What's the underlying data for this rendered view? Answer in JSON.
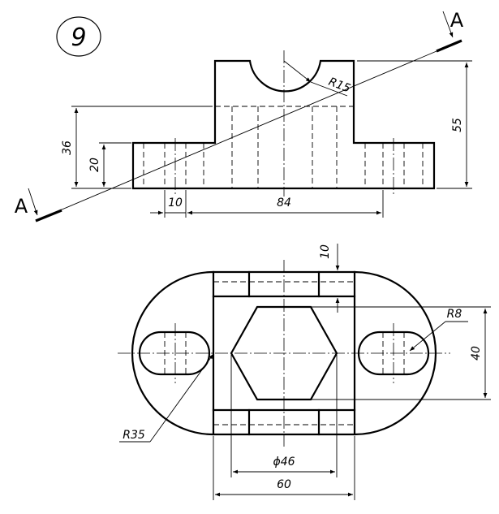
{
  "drawing": {
    "task_number": "9",
    "section_letter_top": "A",
    "section_letter_bottom": "A",
    "dims": {
      "r15": "R15",
      "h55": "55",
      "h36": "36",
      "h20": "20",
      "w10": "10",
      "w84": "84",
      "t10": "10",
      "r8": "R8",
      "w40": "40",
      "r35": "R35",
      "d46": "ϕ46",
      "w60": "60"
    }
  }
}
